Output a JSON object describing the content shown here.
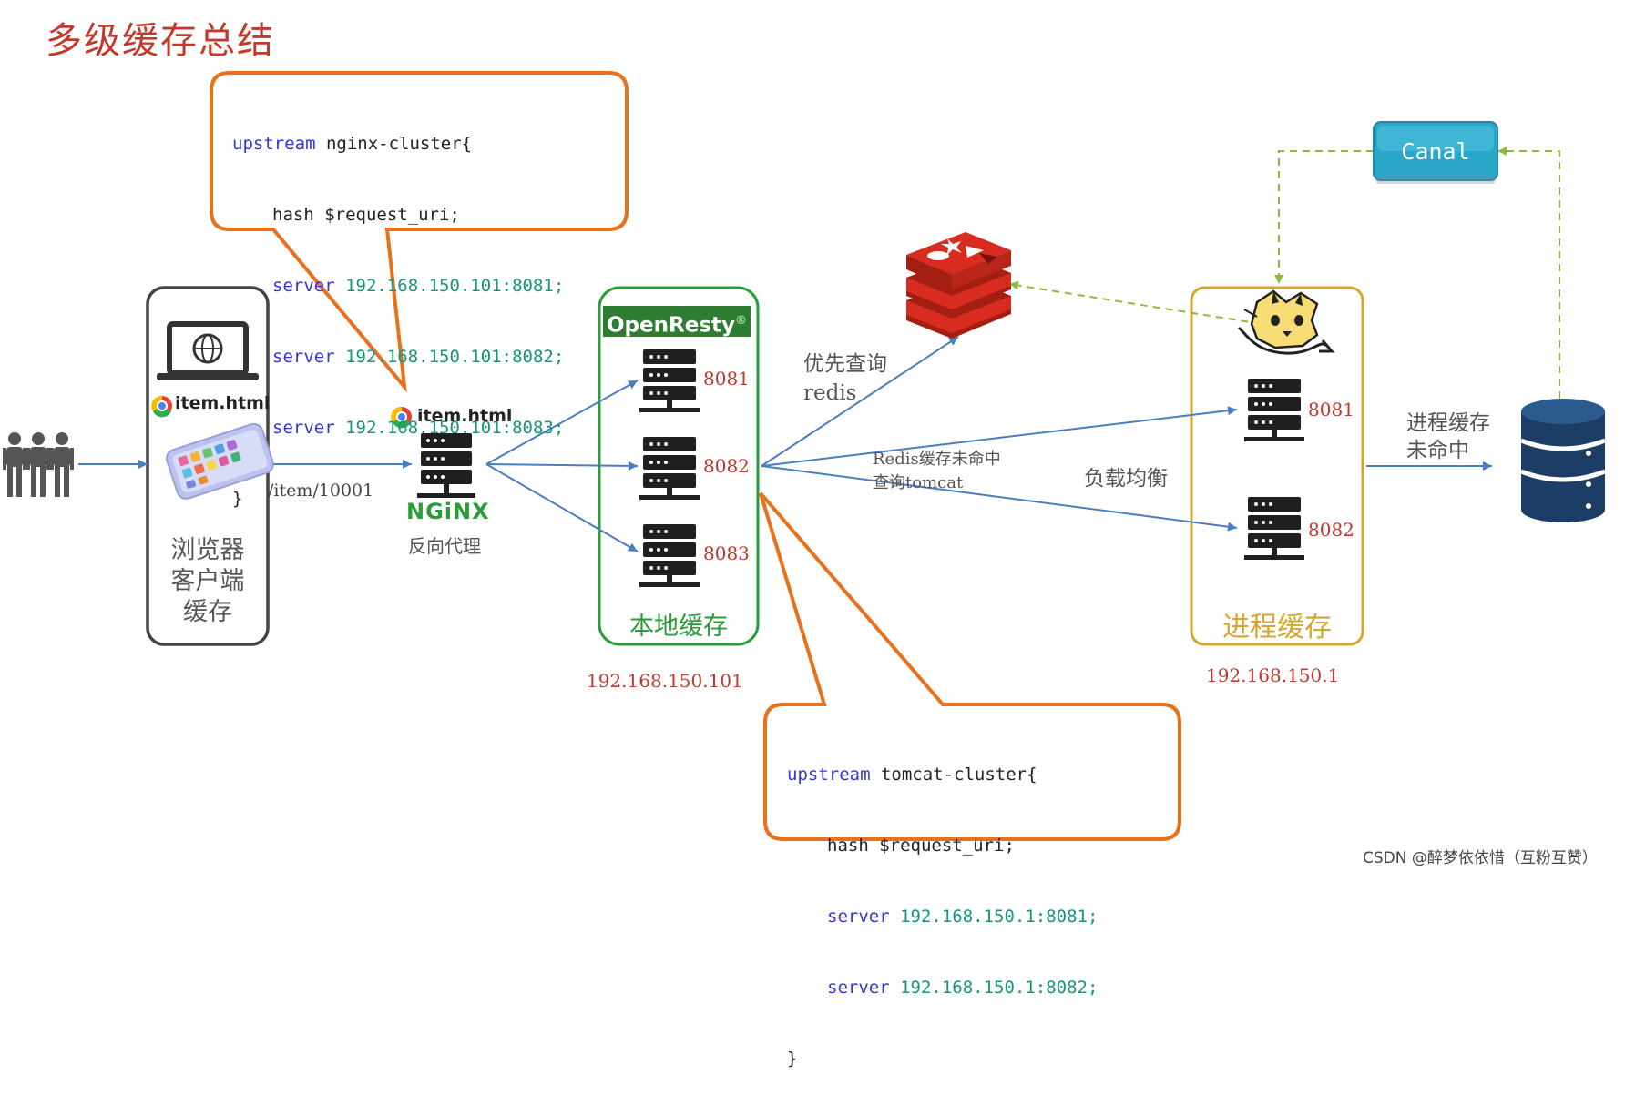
{
  "title": "多级缓存总结",
  "nginx_callout": {
    "line1_kw": "upstream",
    "line1_rest": " nginx-cluster{",
    "line2": "hash $request_uri;",
    "servers": [
      {
        "kw": "server",
        "addr": "192.168.150.101:8081;"
      },
      {
        "kw": "server",
        "addr": "192.168.150.101:8082;"
      },
      {
        "kw": "server",
        "addr": "192.168.150.101:8083;"
      }
    ],
    "close": "}"
  },
  "tomcat_callout": {
    "line1_kw": "upstream",
    "line1_rest": " tomcat-cluster{",
    "line2": "hash $request_uri;",
    "servers": [
      {
        "kw": "server",
        "addr": "192.168.150.1:8081;"
      },
      {
        "kw": "server",
        "addr": "192.168.150.1:8082;"
      }
    ],
    "close": "}"
  },
  "browser": {
    "page1": "item.html",
    "label": [
      "浏览器",
      "客户端",
      "缓存"
    ]
  },
  "request_path": "/item/10001",
  "nginx": {
    "page": "item.html",
    "logo": "NGiNX",
    "label": "反向代理"
  },
  "openresty": {
    "logo": "OpenResty",
    "reg": "®",
    "ports": [
      "8081",
      "8082",
      "8083"
    ],
    "label": "本地缓存",
    "ip": "192.168.150.101"
  },
  "edges": {
    "redis_first": "优先查询",
    "redis_first2": "redis",
    "miss1": "Redis缓存未命中",
    "miss2": "查询tomcat",
    "lb": "负载均衡",
    "proc_miss1": "进程缓存",
    "proc_miss2": "未命中"
  },
  "tomcat": {
    "ports": [
      "8081",
      "8082"
    ],
    "label": "进程缓存",
    "ip": "192.168.150.1"
  },
  "canal": {
    "label": "Canal"
  },
  "watermark": "CSDN @醉梦依依惜（互粉互赞）",
  "colors": {
    "orange": "#e8711c",
    "green": "#2a9d3a",
    "gold": "#d4a72c",
    "arrow_blue": "#4a7ebf",
    "dash_green": "#8dbb3c",
    "red_text": "#c0392b",
    "canal": "#2aa6c8"
  }
}
